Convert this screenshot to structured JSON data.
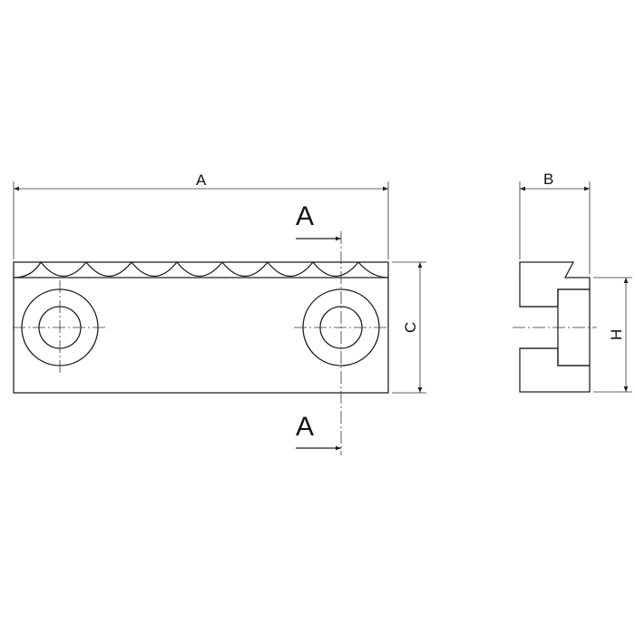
{
  "dimensions": {
    "length": "A",
    "width": "B",
    "height_body": "C",
    "height_side": "H"
  },
  "section": {
    "label_top": "A",
    "label_bottom": "A"
  },
  "colors": {
    "line": "#222222",
    "background": "#ffffff"
  }
}
